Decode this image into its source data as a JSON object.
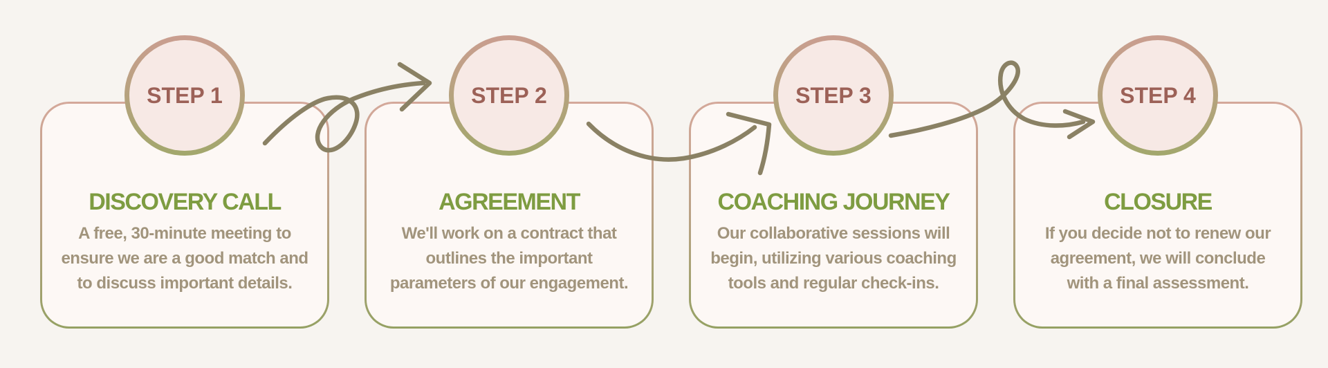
{
  "infographic": {
    "steps": [
      {
        "badge": "STEP 1",
        "title": "DISCOVERY CALL",
        "description": "A free, 30-minute meeting to\nensure we are a good match and\nto discuss important details."
      },
      {
        "badge": "STEP 2",
        "title": "AGREEMENT",
        "description": "We'll work on a contract that\noutlines the important\nparameters of our engagement."
      },
      {
        "badge": "STEP 3",
        "title": "COACHING JOURNEY",
        "description": "Our collaborative sessions will\nbegin, utilizing various coaching\ntools and regular check-ins."
      },
      {
        "badge": "STEP 4",
        "title": "CLOSURE",
        "description": "If you decide not to renew our\nagreement, we will conclude\nwith a final assessment."
      }
    ]
  },
  "colors": {
    "background": "#f7f4f0",
    "card_fill": "#fdf8f5",
    "card_border_top": "#d4a89a",
    "card_border_mid": "#bba287",
    "card_border_bottom": "#95a163",
    "circle_fill": "#f7e9e5",
    "circle_border_top": "#ca9e90",
    "circle_border_bottom": "#a2a76c",
    "badge_text": "#9c6157",
    "title_text": "#7e9c41",
    "body_text": "#a1947c",
    "arrow": "#8a8164"
  }
}
